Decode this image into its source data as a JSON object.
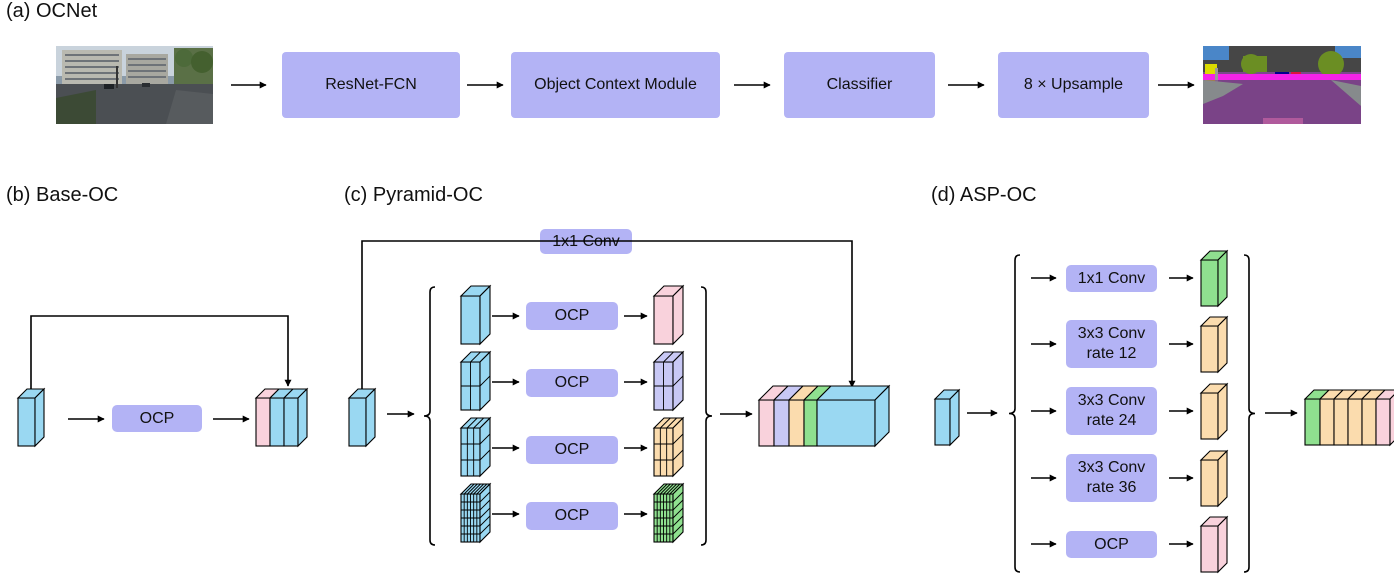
{
  "sections": {
    "a": "(a) OCNet",
    "b": "(b) Base-OC",
    "c": "(c) Pyramid-OC",
    "d": "(d) ASP-OC"
  },
  "pipeline": {
    "backbone": "ResNet-FCN",
    "context": "Object Context Module",
    "classifier": "Classifier",
    "upsample": "8 × Upsample"
  },
  "base_oc": {
    "ocp": "OCP"
  },
  "pyramid_oc": {
    "skip_conv": "1x1 Conv",
    "ocp_labels": [
      "OCP",
      "OCP",
      "OCP",
      "OCP"
    ]
  },
  "asp_oc": {
    "branches": [
      "1x1 Conv",
      "3x3 Conv\nrate 12",
      "3x3 Conv\nrate 24",
      "3x3 Conv\nrate 36",
      "OCP"
    ]
  },
  "colors": {
    "module": "#b3b3f5",
    "blue": "#9ad8f2",
    "pink": "#f9d2dc",
    "purple": "#c8c8f5",
    "orange": "#fbdcae",
    "green": "#8fe08f",
    "cyan_big": "#9ad8f2"
  }
}
